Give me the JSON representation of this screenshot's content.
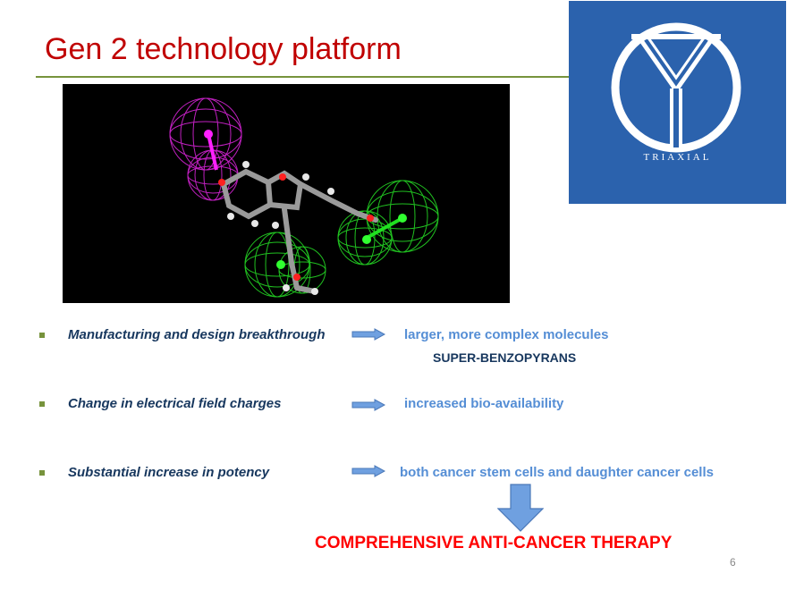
{
  "slide": {
    "title": "Gen 2 technology platform",
    "page_number": "6"
  },
  "logo": {
    "text": "TRIAXIAL",
    "background": "#2b62ad"
  },
  "bullets": [
    {
      "label": "Manufacturing and design breakthrough",
      "result": "larger, more complex molecules",
      "sub": "SUPER-BENZOPYRANS"
    },
    {
      "label": "Change in electrical field charges",
      "result": "increased bio-availability"
    },
    {
      "label": "Substantial increase in potency",
      "result": "both cancer stem cells and daughter cancer cells"
    }
  ],
  "conclusion": "COMPREHENSIVE ANTI-CANCER THERAPY",
  "colors": {
    "title": "#c00000",
    "accent_rule": "#77933c",
    "bullet_text": "#17375e",
    "result_text": "#558ed5",
    "conclusion": "#ff0000",
    "arrow_fill": "#6fa0e0"
  }
}
